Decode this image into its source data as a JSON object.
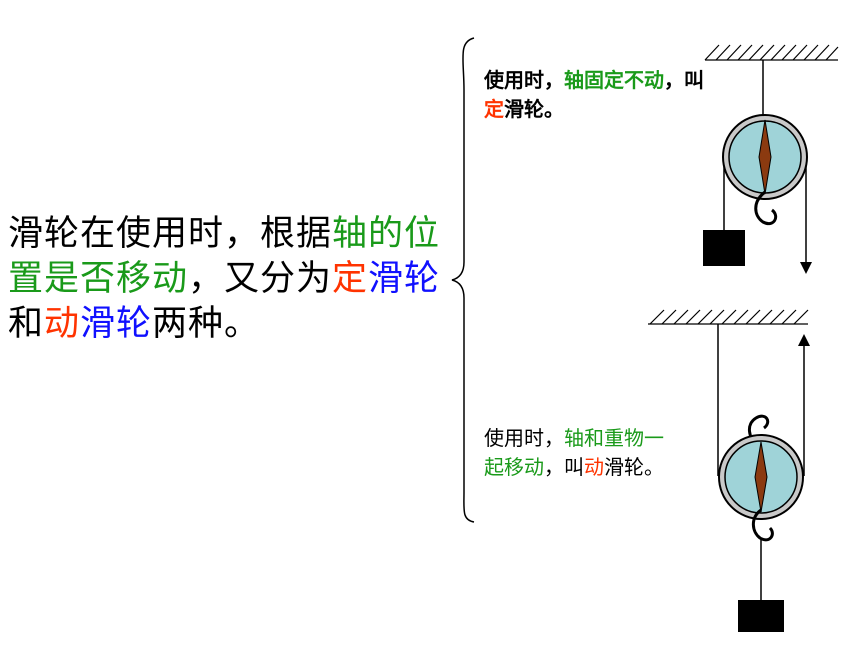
{
  "main": {
    "part1": "滑轮在使用时，根据",
    "part2": "轴的位置是否移动",
    "part3": "，又分为",
    "fixed": "定",
    "pulley1": "滑轮",
    "and": "和",
    "movable": "动",
    "pulley2": "滑轮",
    "end": "两种。"
  },
  "fixed_note": {
    "a": "使用时，",
    "b": "轴固定不动",
    "c": "，叫",
    "d": "定",
    "e": "滑轮。"
  },
  "movable_note": {
    "a": "使用时，",
    "b": "轴和重物一起移动",
    "c": "，叫",
    "d": "动",
    "e": "滑轮。"
  },
  "colors": {
    "axis_green": "#1a9a1a",
    "highlight_red": "#ff3300",
    "pulley_blue": "#1010ff",
    "wheel_teal": "#9fd3d8"
  }
}
